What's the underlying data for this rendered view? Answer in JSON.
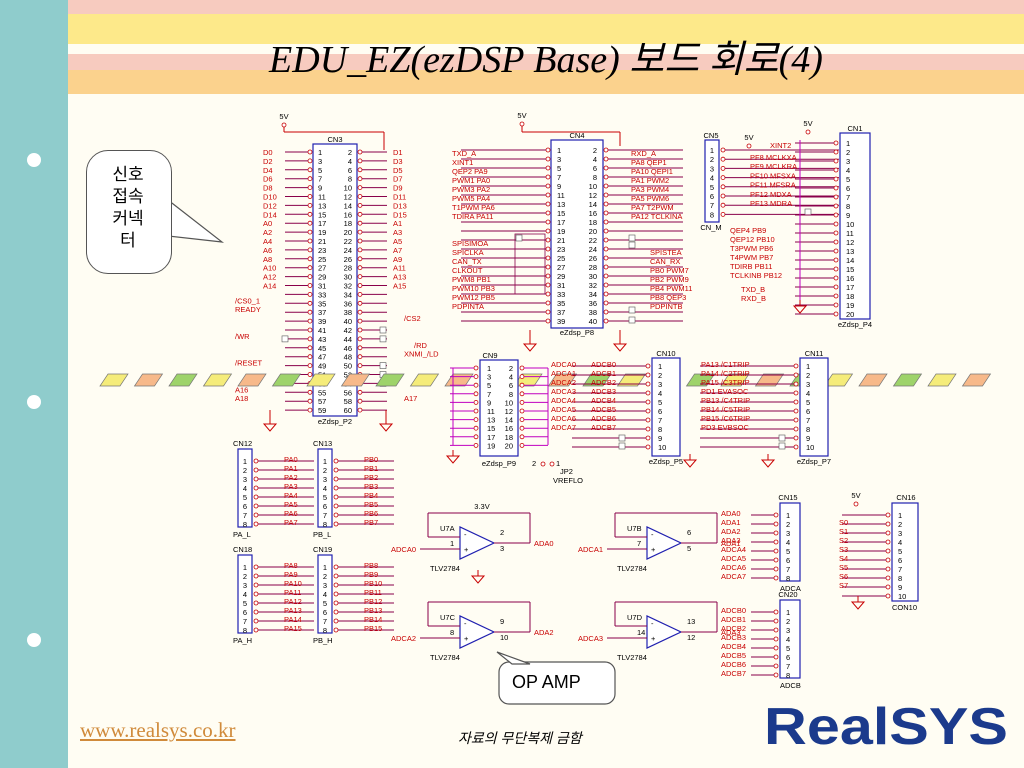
{
  "title": "EDU_EZ(ezDSP Base) 보드 회로(4)",
  "callout_text": "신호\n접속\n커넥\n터",
  "opamp_label": "OP AMP",
  "url": "www.realsys.co.kr",
  "footer_note": "자료의 무단복제 금함",
  "logo_text": "RealSYS",
  "connectors": {
    "cn3": {
      "ref": "CN3",
      "name": "eZdsp_P2",
      "supply": "5V",
      "left": [
        "D0",
        "D2",
        "D4",
        "D6",
        "D8",
        "D10",
        "D12",
        "D14",
        "A0",
        "A2",
        "A4",
        "A6",
        "A8",
        "A10",
        "A12",
        "A14",
        "",
        "/CS0_1 READY",
        "",
        "/WR",
        "",
        "/RESET",
        "",
        "A16 A18"
      ],
      "right": [
        "D1",
        "D3",
        "D5",
        "D7",
        "D9",
        "D11",
        "D13",
        "D15",
        "A1",
        "A3",
        "A5",
        "A7",
        "A9",
        "A11",
        "A13",
        "A15",
        "",
        "/CS2",
        "",
        "/RD XNMI_/LD",
        "",
        "",
        "",
        "A17"
      ]
    },
    "cn4": {
      "ref": "CN4",
      "name": "eZdsp_P8",
      "supply": "5V",
      "left": [
        "TXD_A",
        "XINT1",
        "QEP2 PA9",
        "PWM1 PA0",
        "PWM3 PA2",
        "PWM5 PA4",
        "T1PWM PA6",
        "TDIRA PA11",
        "",
        "",
        "SPISIMOA",
        "SPICLKA",
        "CAN_TX",
        "CLKOUT",
        "PWM8 PB1",
        "PWM10 PB3",
        "PWM12 PB5",
        "PDPINTA"
      ],
      "right": [
        "RXD_A",
        "PA8 QEP1",
        "PA10 QEPI1",
        "PA1 PWM2",
        "PA3 PWM4",
        "PA5 PWM6",
        "PA7 T2PWM",
        "PA12 TCLKINA",
        "",
        "",
        "",
        "SPISTEA",
        "CAN_RX",
        "PB0 PWM7",
        "PB2 PWM9",
        "PB4 PWM11",
        "PB8 QEP3",
        "PDPINTB"
      ]
    },
    "cn5": {
      "ref": "CN5",
      "name": "CN_M",
      "supply": "5V",
      "items": [
        "XINT2",
        "PF8 MCLKXA",
        "PF9 MCLKRA",
        "PF10 MFSXA",
        "PF11 MFSRA",
        "PF12 MDXA",
        "PF13 MDRA"
      ]
    },
    "cn1": {
      "ref": "CN1",
      "name": "eZdsp_P4",
      "supply": "5V",
      "items": [
        "QEP4 PB9",
        "QEP12 PB10",
        "T3PWM PB6",
        "T4PWM PB7",
        "TDIRB PB11",
        "TCLKINB PB12",
        "",
        "TXD_B RXD_B"
      ]
    },
    "cn9": {
      "ref": "CN9",
      "name": "eZdsp_P9"
    },
    "cn10": {
      "ref": "CN10",
      "name": "eZdsp_P5",
      "left": [
        "ADCA0",
        "ADCA1",
        "ADCA2",
        "ADCA3",
        "ADCA4",
        "ADCA5",
        "ADCA6",
        "ADCA7"
      ],
      "right": [
        "ADCB0",
        "ADCB1",
        "ADCB2",
        "ADCB3",
        "ADCB4",
        "ADCB5",
        "ADCB6",
        "ADCB7"
      ]
    },
    "cn11": {
      "ref": "CN11",
      "name": "eZdsp_P7",
      "items": [
        "PA13 /C1TRIP",
        "PA14 /C2TRIP",
        "PA15 /C3TRIP",
        "PD1 EVASOC",
        "PB13 /C4TRIP",
        "PB14 /C5TRIP",
        "PB15 /C6TRIP",
        "PD3 EVBSOC"
      ]
    },
    "jp2": {
      "ref": "JP2",
      "name": "VREFLO"
    },
    "cn12": {
      "ref": "CN12",
      "name": "PA_L",
      "items": [
        "PA0",
        "PA1",
        "PA2",
        "PA3",
        "PA4",
        "PA5",
        "PA6",
        "PA7"
      ]
    },
    "cn13": {
      "ref": "CN13",
      "name": "PB_L",
      "items": [
        "PB0",
        "PB1",
        "PB2",
        "PB3",
        "PB4",
        "PB5",
        "PB6",
        "PB7"
      ]
    },
    "cn18": {
      "ref": "CN18",
      "name": "PA_H",
      "items": [
        "PA8",
        "PA9",
        "PA10",
        "PA11",
        "PA12",
        "PA13",
        "PA14",
        "PA15"
      ]
    },
    "cn19": {
      "ref": "CN19",
      "name": "PB_H",
      "items": [
        "PB8",
        "PB9",
        "PB10",
        "PB11",
        "PB12",
        "PB13",
        "PB14",
        "PB15"
      ]
    },
    "cn15": {
      "ref": "CN15",
      "name": "ADCA",
      "items": [
        "ADA0",
        "ADA1",
        "ADA2",
        "ADA3",
        "ADCA4",
        "ADCA5",
        "ADCA6",
        "ADCA7"
      ]
    },
    "cn20": {
      "ref": "CN20",
      "name": "ADCB",
      "items": [
        "ADCB0",
        "ADCB1",
        "ADCB2",
        "ADCB3",
        "ADCB4",
        "ADCB5",
        "ADCB6",
        "ADCB7"
      ]
    },
    "cn16": {
      "ref": "CN16",
      "name": "CON10",
      "supply": "5V",
      "items": [
        "S0",
        "S1",
        "S2",
        "S3",
        "S4",
        "S5",
        "S6",
        "S7"
      ]
    }
  },
  "opamps": {
    "supply": "3.3V",
    "part": "TLV2784",
    "u7a": {
      "ref": "U7A",
      "in": "ADCA0",
      "out": "ADA0"
    },
    "u7b": {
      "ref": "U7B",
      "in": "ADCA1",
      "out": "ADA1"
    },
    "u7c": {
      "ref": "U7C",
      "in": "ADCA2",
      "out": "ADA2"
    },
    "u7d": {
      "ref": "U7D",
      "in": "ADCA3",
      "out": "ADA3"
    }
  },
  "colors": {
    "sidebar": "#8fcccc",
    "band_yellow": "#fde98a",
    "band_pink": "#f7cbbf",
    "band_orange": "#fbd28d",
    "net_red": "#c80000",
    "wire": "#8a004a",
    "box_blue": "#2020b0",
    "magenta": "#c000c0",
    "url": "#d08a3a",
    "logo_blue": "#1b3a8c"
  }
}
